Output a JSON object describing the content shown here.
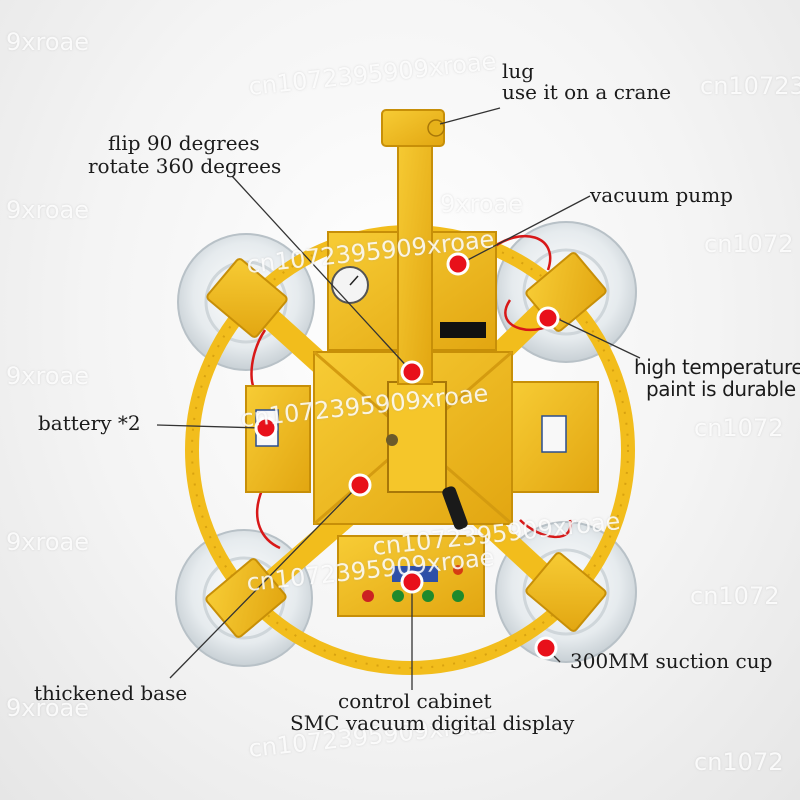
{
  "colors": {
    "frame_yellow": "#f2bd1c",
    "frame_shadow": "#c78f08",
    "marker_red": "#e8101a",
    "suction_cup": "#e4e9ec",
    "hose_red": "#d81818",
    "leader_line": "#333333"
  },
  "labels": {
    "lug_line1": "lug",
    "lug_line2": "use it on a crane",
    "flip_line1": "flip 90 degrees",
    "flip_line2": "rotate 360 degrees",
    "vacuum_pump": "vacuum pump",
    "high_temp_line1": "high temperature",
    "high_temp_line2": "paint is durable",
    "battery": "battery *2",
    "suction_cup": "300MM suction cup",
    "thickened_base": "thickened base",
    "control_line1": "control cabinet",
    "control_line2": "SMC vacuum digital display"
  },
  "watermarks": [
    "9xroae",
    "cn1072395909xroae",
    "9xroae",
    "cn1072395909xroae",
    "cn10723",
    "9xroae",
    "cn1072395909xroae",
    "cn1072",
    "9xroae",
    "cn1072395909xroae",
    "cn1072",
    "9xroae",
    "cn1072395909xroae",
    "cn1072",
    "9xroae",
    "cn1072395909xroae",
    "cn1072"
  ]
}
